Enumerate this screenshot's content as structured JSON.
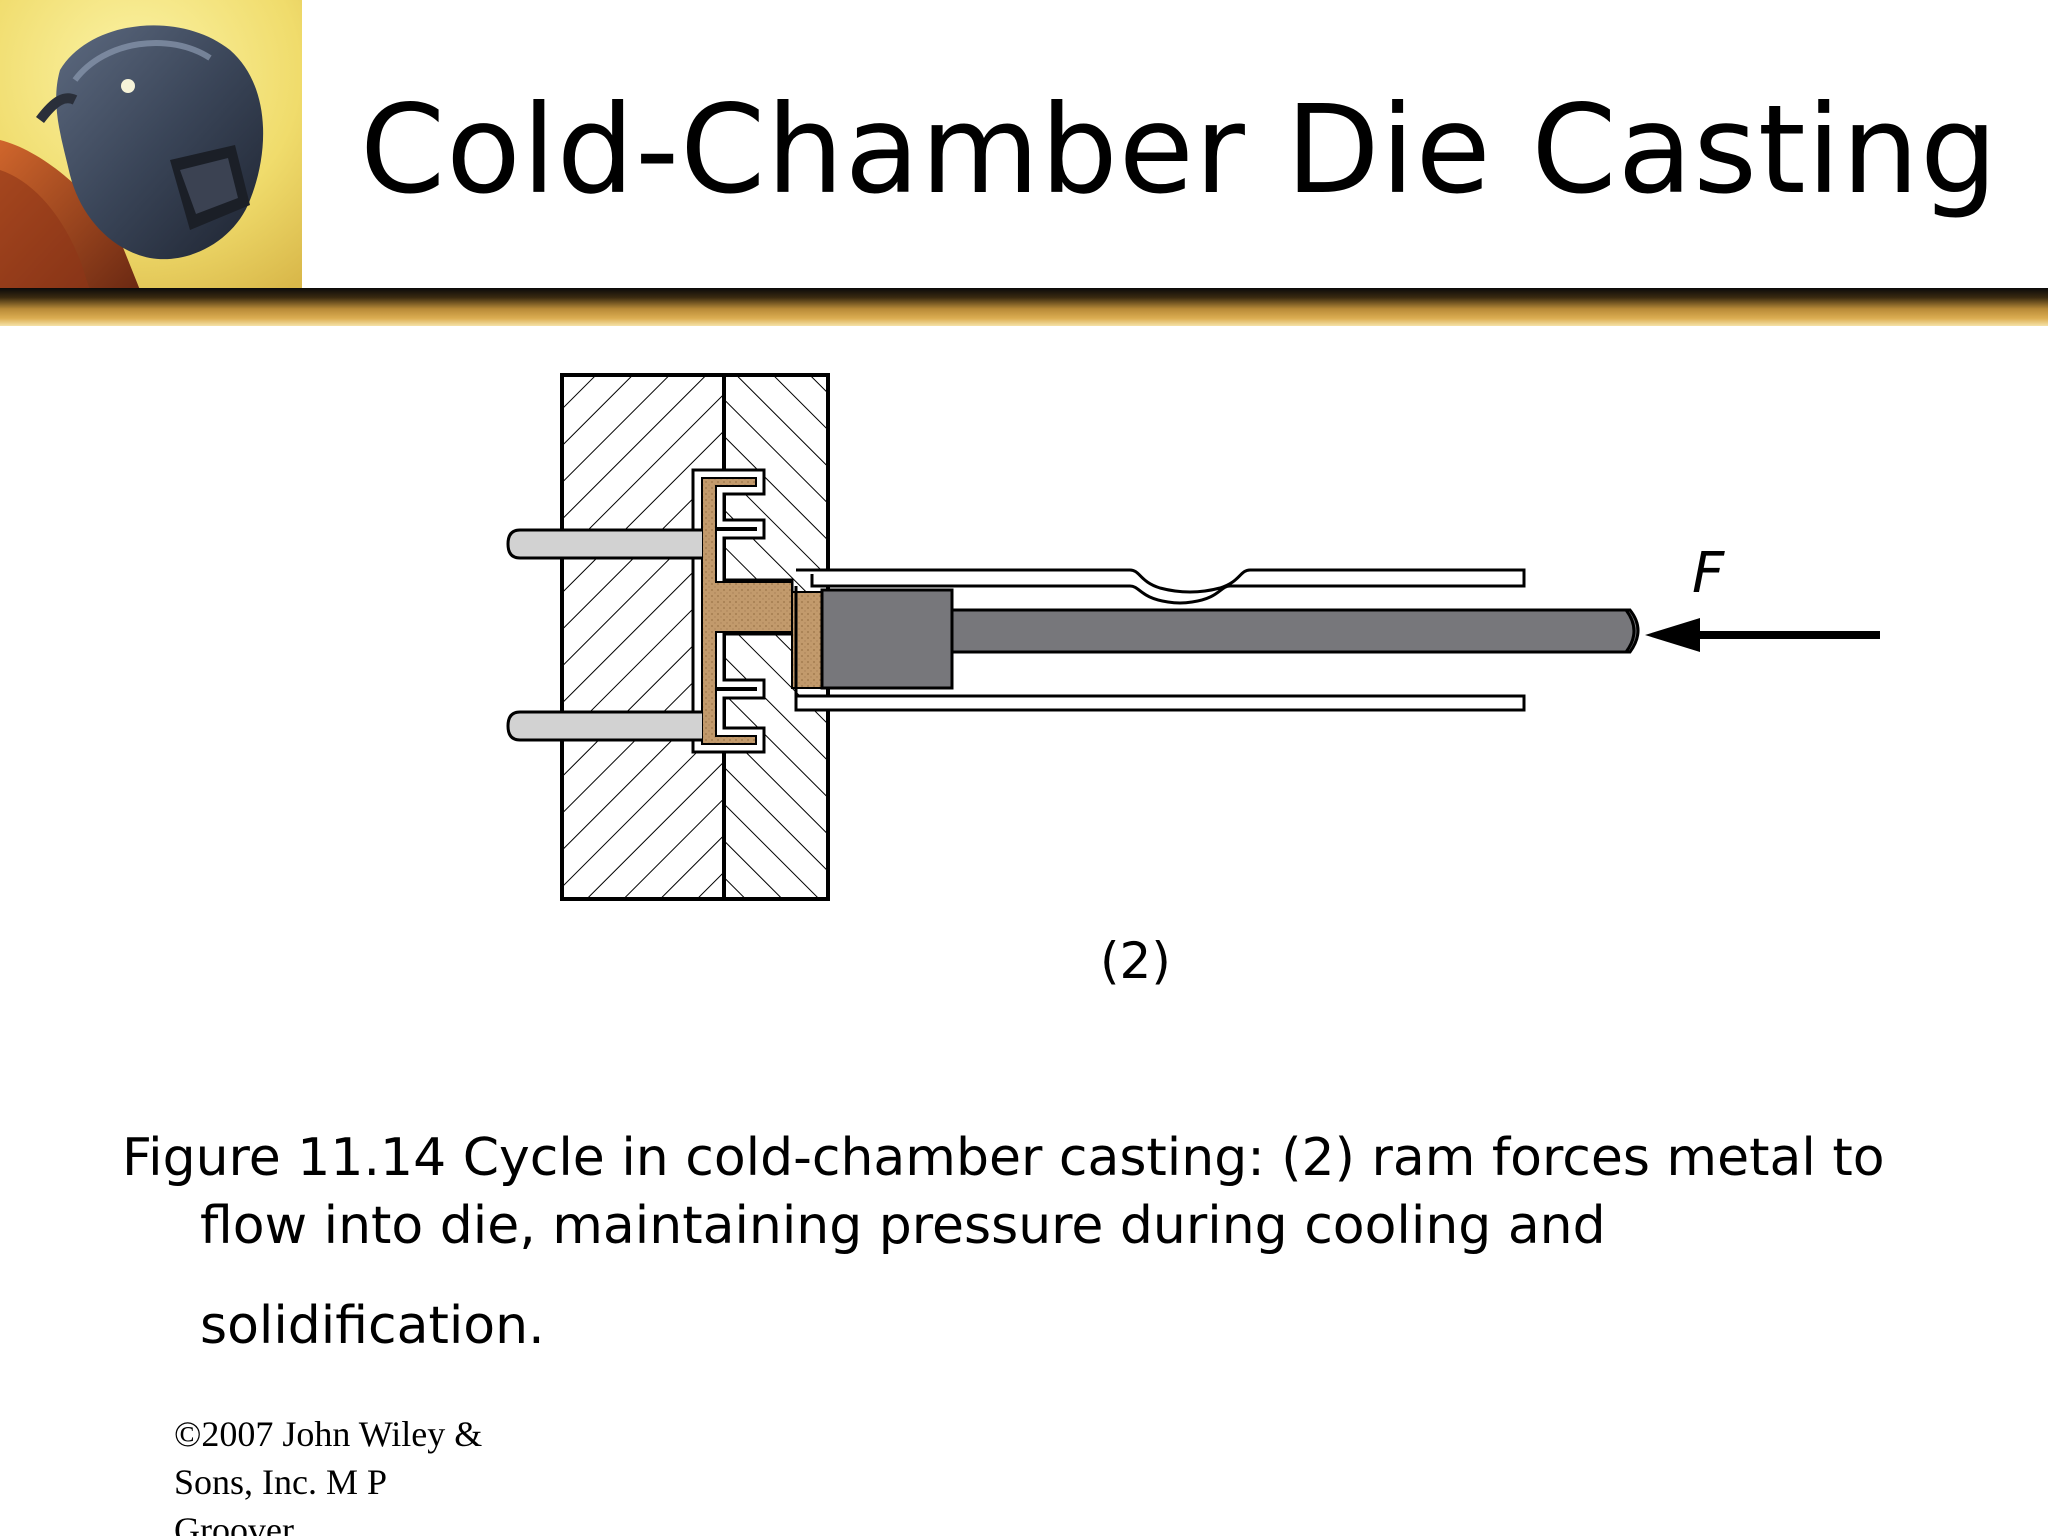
{
  "slide": {
    "title": "Cold-Chamber Die Casting",
    "header_image_icon": "welder-helmet-icon",
    "figure": {
      "force_label": "F",
      "step_label": "(2)"
    },
    "caption": {
      "line1": "Figure 11.14  Cycle in cold-chamber casting: (2) ram forces metal to",
      "line2": "flow into die, maintaining pressure during cooling and",
      "line3": "solidification."
    },
    "copyright": {
      "line1": "©2007 John Wiley &",
      "line2": "Sons, Inc.  M P",
      "line3": "Groover"
    }
  },
  "colors": {
    "header_gold": "#c8963c",
    "cast_metal": "#c29a6c",
    "ram_gray": "#77777b",
    "header_yellow": "#f2e27a"
  }
}
